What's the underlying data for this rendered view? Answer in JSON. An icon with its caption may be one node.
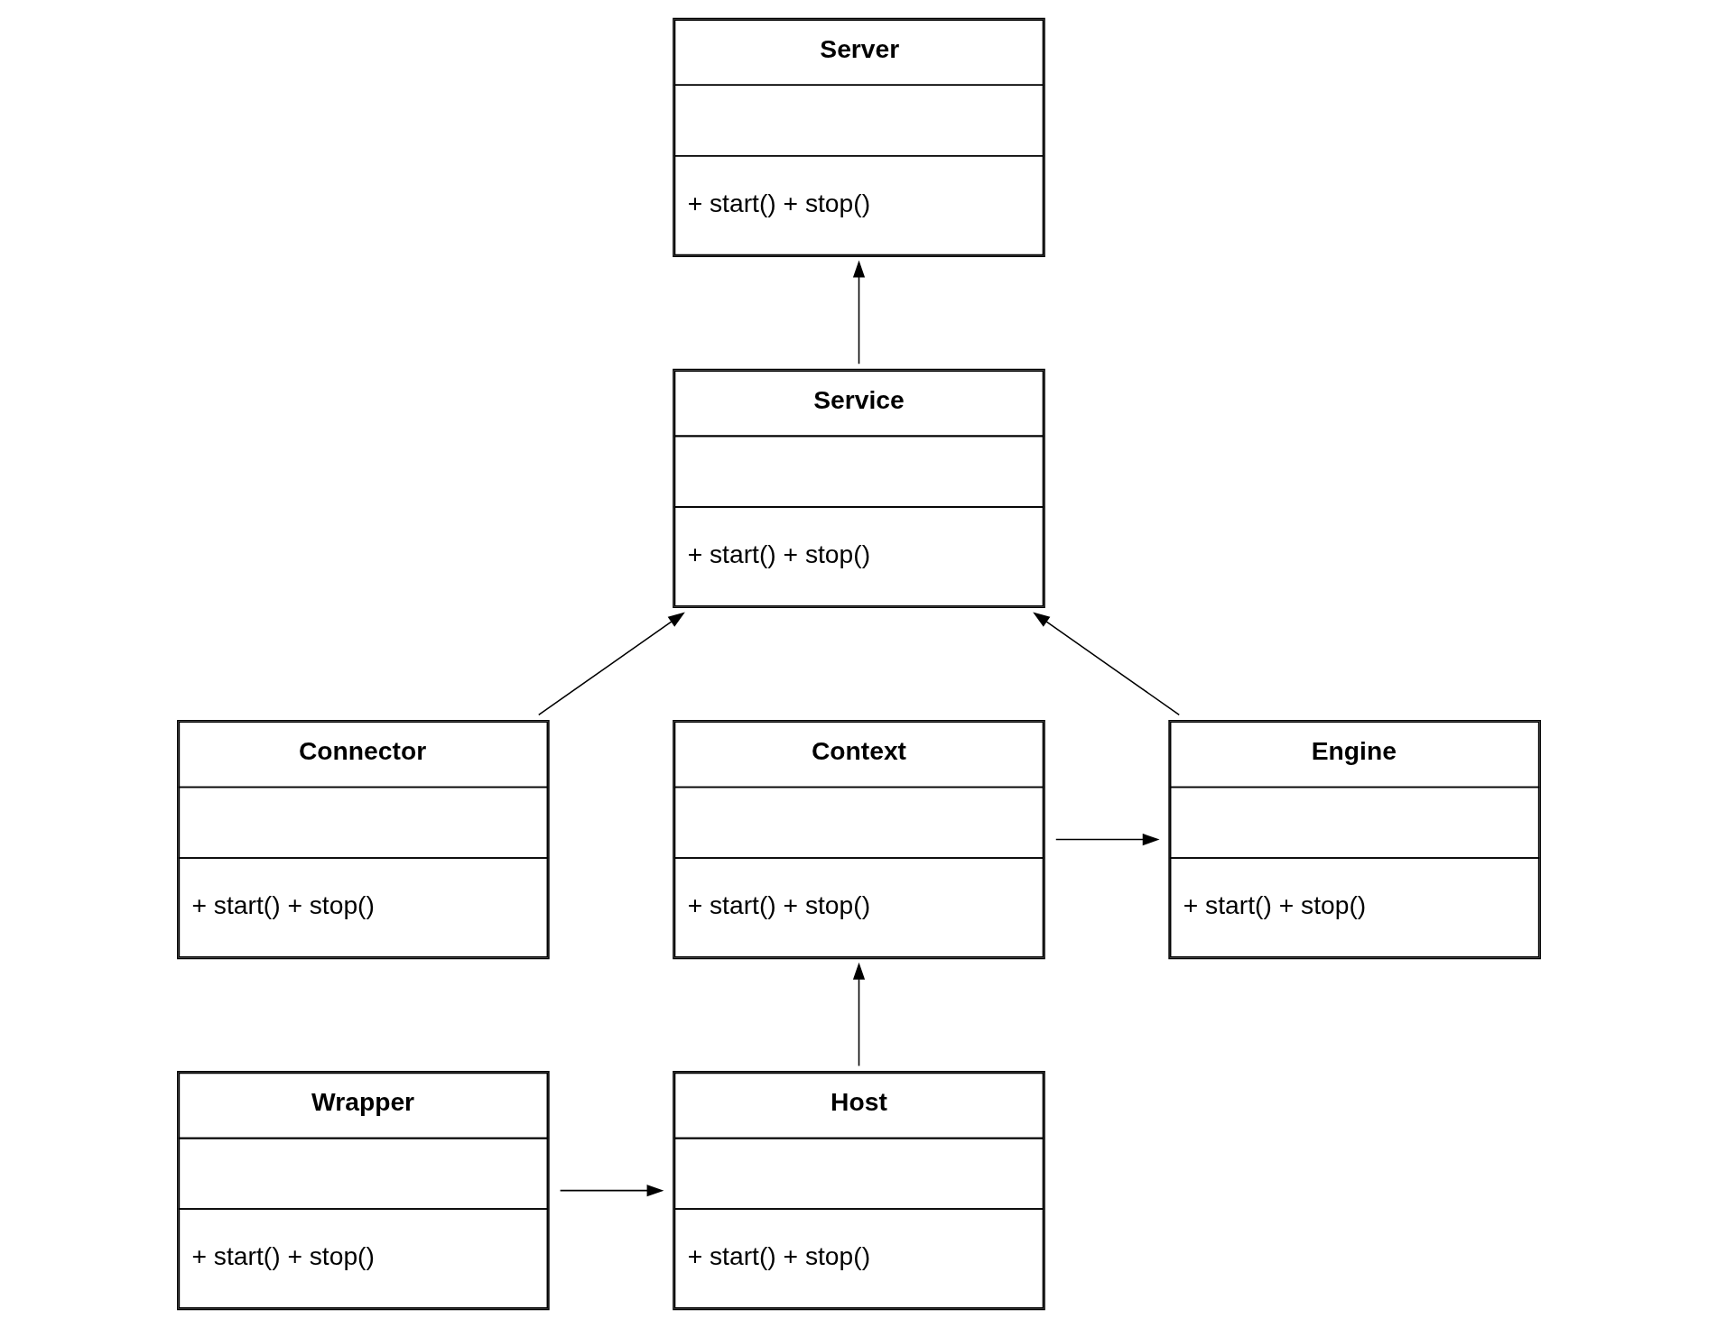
{
  "diagram": {
    "nodes": [
      {
        "text": [
          "Server",
          "+ start() + stop()"
        ]
      },
      {
        "text": [
          "Service",
          "+ start() + stop()"
        ]
      },
      {
        "text": [
          "Connector",
          "+ start() + stop()"
        ]
      },
      {
        "text": [
          "Engine",
          "+ start() + stop()"
        ]
      },
      {
        "text": [
          "Context",
          "+ start() + stop()"
        ]
      },
      {
        "text": [
          "Wrapper",
          "+ start() + stop()"
        ]
      },
      {
        "text": [
          "Host",
          "+ start() + stop()"
        ]
      }
    ],
    "edges": [
      {
        "from": 1,
        "to": 0,
        "arrow": "to"
      },
      {
        "from": 2,
        "to": 1,
        "arrow": "to"
      },
      {
        "from": 3,
        "to": 1,
        "arrow": "to"
      },
      {
        "from": 4,
        "to": 3,
        "arrow": "to"
      },
      {
        "from": 6,
        "to": 4,
        "arrow": "to"
      },
      {
        "from": 5,
        "to": 6,
        "arrow": "to"
      }
    ]
  }
}
